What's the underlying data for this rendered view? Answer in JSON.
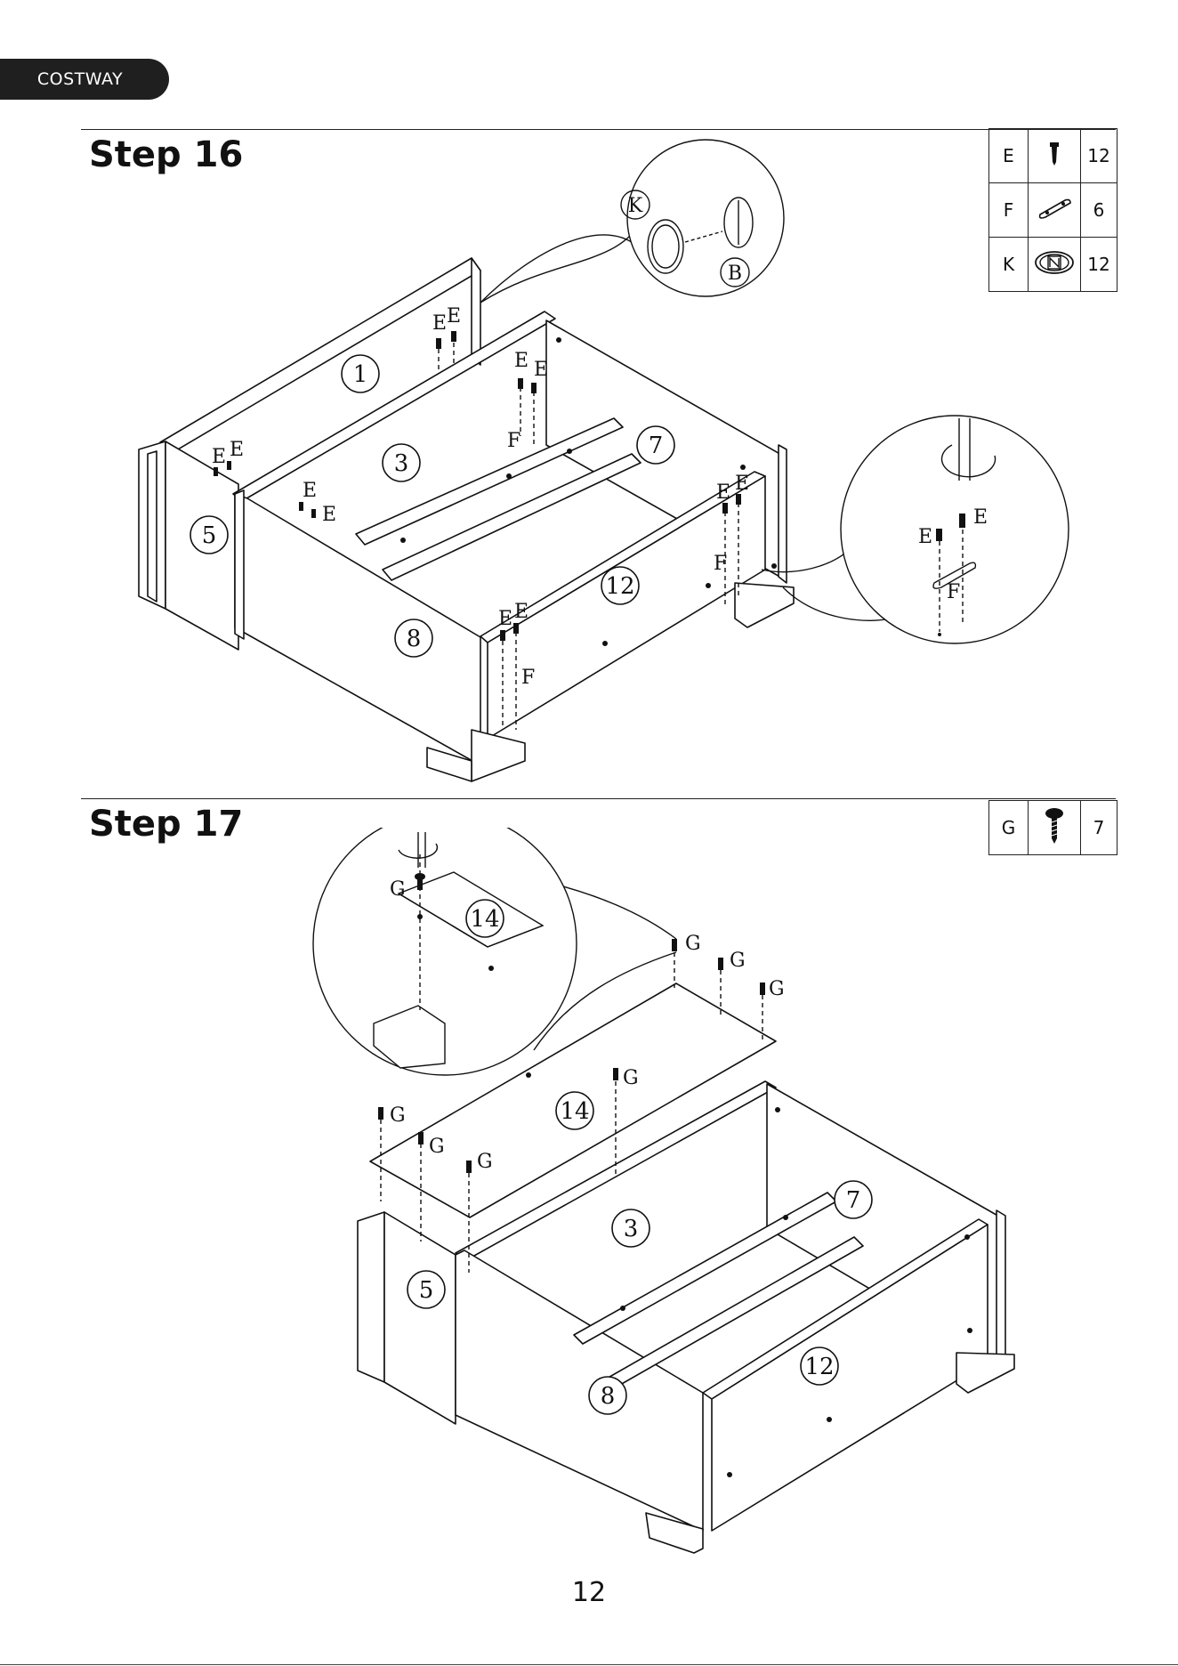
{
  "brand": {
    "name": "COSTWAY"
  },
  "step16": {
    "title": "Step 16",
    "parts": [
      {
        "letter": "E",
        "icon": "screw-icon",
        "qty": "12"
      },
      {
        "letter": "F",
        "icon": "connector-plate-icon",
        "qty": "6"
      },
      {
        "letter": "K",
        "icon": "cam-cover-icon",
        "qty": "12"
      }
    ],
    "panels": [
      "1",
      "3",
      "5",
      "7",
      "8",
      "12"
    ],
    "hardware_labels": {
      "E": "E",
      "F": "F",
      "K": "K",
      "B": "B"
    }
  },
  "step17": {
    "title": "Step 17",
    "parts": [
      {
        "letter": "G",
        "icon": "flat-head-screw-icon",
        "qty": "7"
      }
    ],
    "panels": [
      "14",
      "14",
      "3",
      "5",
      "7",
      "8",
      "12"
    ],
    "hardware_labels": {
      "G": "G"
    }
  },
  "page": {
    "number": "12"
  }
}
